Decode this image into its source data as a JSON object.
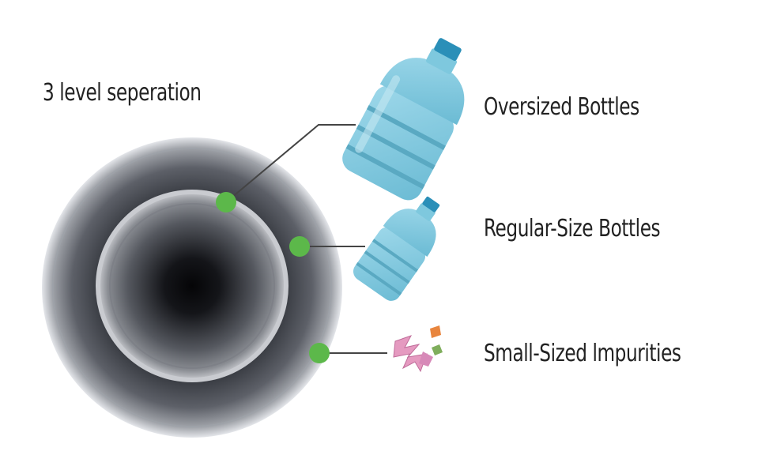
{
  "title": "3 level seperation",
  "levels": [
    {
      "label": "Oversized Bottles",
      "icon": "large-bottle-icon"
    },
    {
      "label": "Regular-Size Bottles",
      "icon": "regular-bottle-icon"
    },
    {
      "label": "Small-Sized lmpurities",
      "icon": "impurities-icon"
    }
  ],
  "colors": {
    "marker": "#5cb84a",
    "bottle": "#7ec8de",
    "bottle_cap": "#2a8fb8",
    "connector": "#444444",
    "text": "#222222"
  }
}
